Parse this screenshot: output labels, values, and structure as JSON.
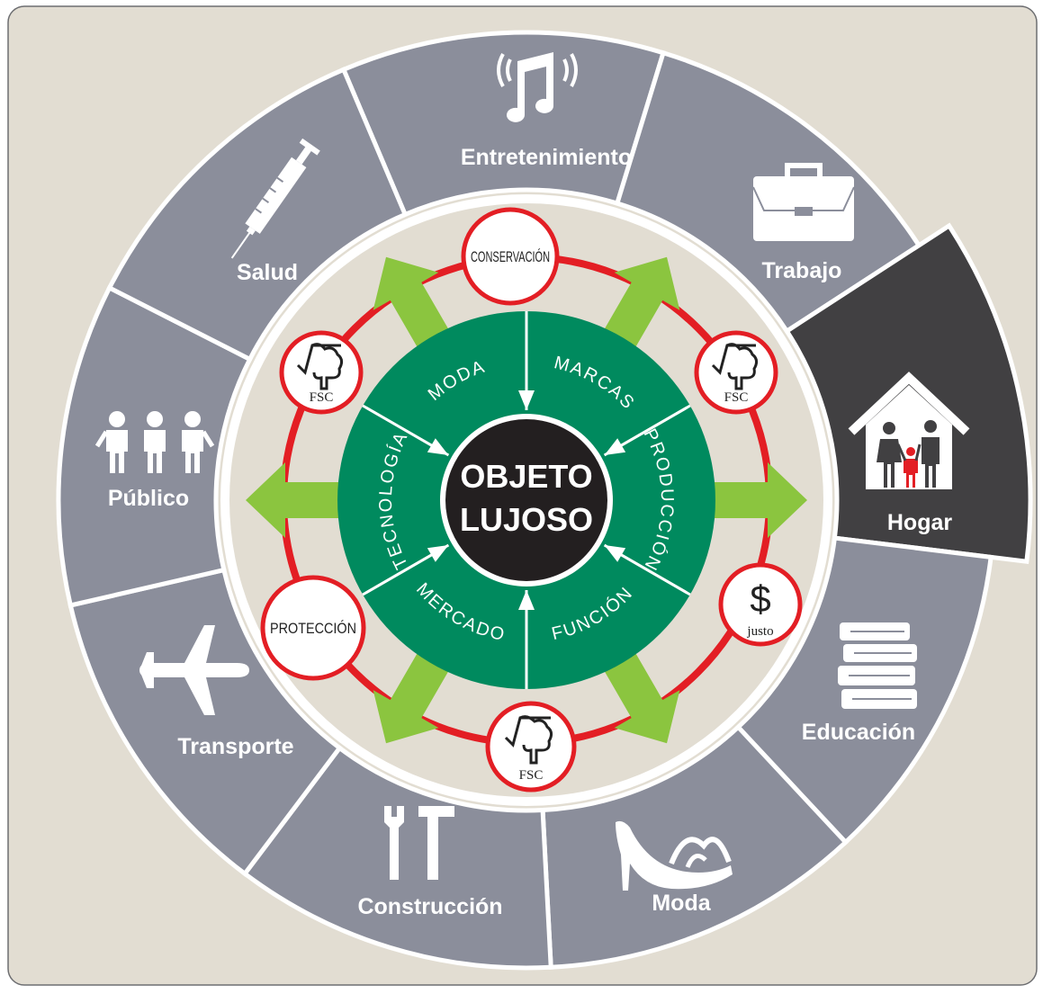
{
  "center": {
    "line1": "OBJETO",
    "line2": "LUJOSO"
  },
  "outer_segments": [
    {
      "id": "entretenimiento",
      "label": "Entretenimiento",
      "icon": "music-note-icon",
      "highlight": false
    },
    {
      "id": "trabajo",
      "label": "Trabajo",
      "icon": "briefcase-icon",
      "highlight": false
    },
    {
      "id": "hogar",
      "label": "Hogar",
      "icon": "house-family-icon",
      "highlight": true
    },
    {
      "id": "educacion",
      "label": "Educación",
      "icon": "books-icon",
      "highlight": false
    },
    {
      "id": "moda",
      "label": "Moda",
      "icon": "high-heel-shoe-icon",
      "highlight": false
    },
    {
      "id": "construccion",
      "label": "Construcción",
      "icon": "tools-icon",
      "highlight": false
    },
    {
      "id": "transporte",
      "label": "Transporte",
      "icon": "airplane-icon",
      "highlight": false
    },
    {
      "id": "publico",
      "label": "Público",
      "icon": "people-icon",
      "highlight": false
    },
    {
      "id": "salud",
      "label": "Salud",
      "icon": "syringe-icon",
      "highlight": false
    }
  ],
  "inner_ring": [
    {
      "id": "moda",
      "label": "MODA"
    },
    {
      "id": "marcas",
      "label": "MARCAS"
    },
    {
      "id": "produccion",
      "label": "PRODUCCIÓN"
    },
    {
      "id": "funcion",
      "label": "FUNCIÓN"
    },
    {
      "id": "mercado",
      "label": "MERCADO"
    },
    {
      "id": "tecnologia",
      "label": "TECNOLOGÍA"
    }
  ],
  "badges": [
    {
      "id": "conservacion",
      "type": "word",
      "label": "CONSERVACIÓN"
    },
    {
      "id": "fsc-right",
      "type": "fsc",
      "label": "FSC"
    },
    {
      "id": "justo",
      "type": "dollar",
      "symbol": "$",
      "label": "justo"
    },
    {
      "id": "fsc-bottom",
      "type": "fsc",
      "label": "FSC"
    },
    {
      "id": "proteccion",
      "type": "word",
      "label": "PROTECCIÓN"
    },
    {
      "id": "fsc-left",
      "type": "fsc",
      "label": "FSC"
    }
  ],
  "colors": {
    "background": "#e2ddd2",
    "outer_segment": "#8b8e9b",
    "highlight_segment": "#414042",
    "separator": "#ffffff",
    "inner_green": "#008a5e",
    "arrow_green": "#8bc53f",
    "red_ring": "#e31e24",
    "center": "#231f20",
    "family_child": "#e31e24"
  }
}
